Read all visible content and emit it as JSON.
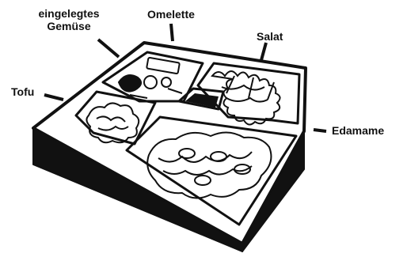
{
  "labels": {
    "pickles_line1": "eingelegtes",
    "pickles_line2": "Gemüse",
    "omelette": "Omelette",
    "salad": "Salat",
    "tofu": "Tofu",
    "edamame": "Edamame"
  },
  "colors": {
    "ink": "#111111",
    "paper": "#ffffff"
  }
}
